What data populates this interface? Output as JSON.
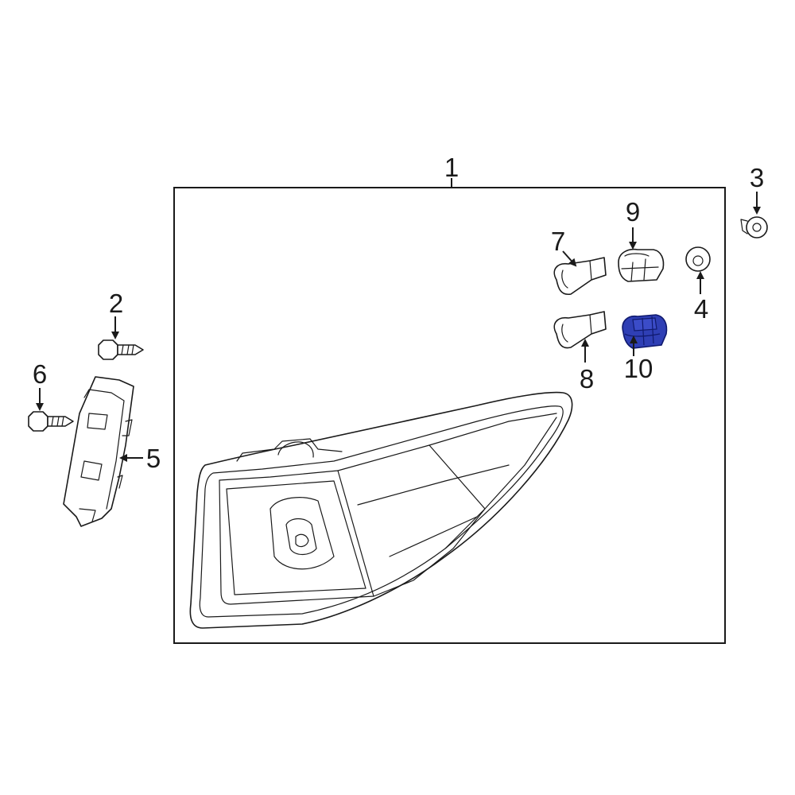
{
  "colors": {
    "line": "#1a1a1a",
    "background": "#ffffff",
    "highlight_fill": "#2f3fb5",
    "highlight_stroke": "#101a6e"
  },
  "callouts": {
    "c1": "1",
    "c2": "2",
    "c3": "3",
    "c4": "4",
    "c5": "5",
    "c6": "6",
    "c7": "7",
    "c8": "8",
    "c9": "9",
    "c10": "10"
  },
  "highlighted_part": "10"
}
